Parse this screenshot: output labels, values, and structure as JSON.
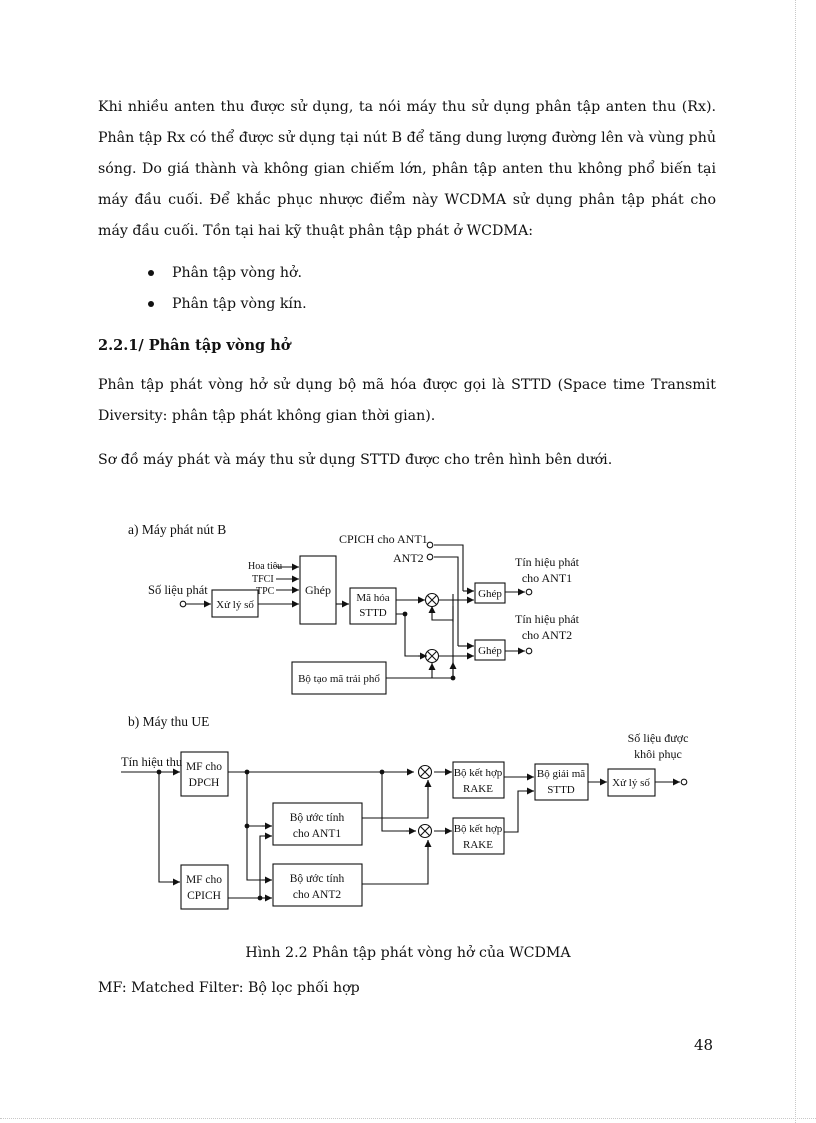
{
  "paragraphs": {
    "intro": "Khi nhiều anten thu được sử dụng, ta nói máy thu sử dụng phân tập anten thu (Rx). Phân tập Rx có thể được sử dụng tại nút B để tăng dung lượng đường lên và vùng phủ sóng. Do giá thành và không gian chiếm lớn, phân tập anten thu không phổ biến tại máy đầu cuối. Để khắc phục nhược điểm này WCDMA sử dụng phân tập phát cho máy đầu cuối. Tồn tại hai kỹ thuật phân tập phát ở WCDMA:",
    "sttd": "Phân tập phát vòng hở sử dụng bộ mã hóa được gọi là STTD (Space time Transmit Diversity: phân tập phát không gian thời gian).",
    "diagram_intro": "Sơ đồ máy phát và máy thu sử dụng STTD được cho trên hình bên dưới."
  },
  "bullets": [
    "Phân tập vòng hở.",
    "Phân tập vòng kín."
  ],
  "section_heading": "2.2.1/ Phân tập vòng hở",
  "figure": {
    "part_a": {
      "title": "a) Máy phát nút B",
      "input": "Số liệu phát",
      "process": "Xử lý số",
      "pilot": "Hoa tiêu",
      "tfci": "TFCI",
      "tpc": "TPC",
      "mux": "Ghép",
      "encoder_line1": "Mã hóa",
      "encoder_line2": "STTD",
      "cpich1": "CPICH cho ANT1",
      "ant2": "ANT2",
      "mux_out1": "Ghép",
      "mux_out2": "Ghép",
      "out1_line1": "Tín hiệu phát",
      "out1_line2": "cho ANT1",
      "out2_line1": "Tín hiệu phát",
      "out2_line2": "cho ANT2",
      "spreader": "Bộ tạo mã trải phổ"
    },
    "part_b": {
      "title": "b) Máy thu UE",
      "input": "Tín hiệu thu",
      "mf1_line1": "MF cho",
      "mf1_line2": "DPCH",
      "mf2_line1": "MF cho",
      "mf2_line2": "CPICH",
      "est1_line1": "Bộ ước tính",
      "est1_line2": "cho ANT1",
      "est2_line1": "Bộ ước tính",
      "est2_line2": "cho ANT2",
      "rake1_line1": "Bộ kết hợp",
      "rake1_line2": "RAKE",
      "rake2_line1": "Bộ kết hợp",
      "rake2_line2": "RAKE",
      "decoder_line1": "Bộ giải mã",
      "decoder_line2": "STTD",
      "process": "Xử lý số",
      "output_line1": "Số liệu được",
      "output_line2": "khôi phục"
    },
    "caption": "Hình 2.2 Phân tập phát vòng hở của WCDMA"
  },
  "note": "MF: Matched Filter: Bộ lọc phối hợp",
  "page_number": "48"
}
